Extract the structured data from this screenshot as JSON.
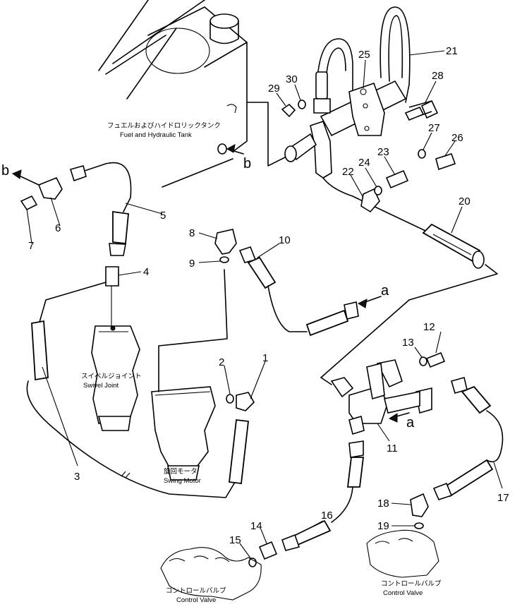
{
  "labels": {
    "tank_jp": "フュエルおよびハイドロリックタンク",
    "tank_en": "Fuel and Hydraulic Tank",
    "swivel_jp": "スイベルジョイント",
    "swivel_en": "Swivel Joint",
    "motor_jp": "旋回モータ",
    "motor_en": "Swing Motor",
    "cv_left_jp": "コントロールバルブ",
    "cv_left_en": "Control Valve",
    "cv_right_jp": "コントロールバルブ",
    "cv_right_en": "Control Valve"
  },
  "connections": {
    "a_top": "a",
    "a_bottom": "a",
    "b_left": "b",
    "b_right": "b"
  },
  "parts": [
    "1",
    "2",
    "3",
    "4",
    "5",
    "6",
    "7",
    "8",
    "9",
    "10",
    "11",
    "12",
    "13",
    "14",
    "15",
    "16",
    "17",
    "18",
    "19",
    "20",
    "21",
    "22",
    "23",
    "24",
    "25",
    "26",
    "27",
    "28",
    "29",
    "30"
  ]
}
